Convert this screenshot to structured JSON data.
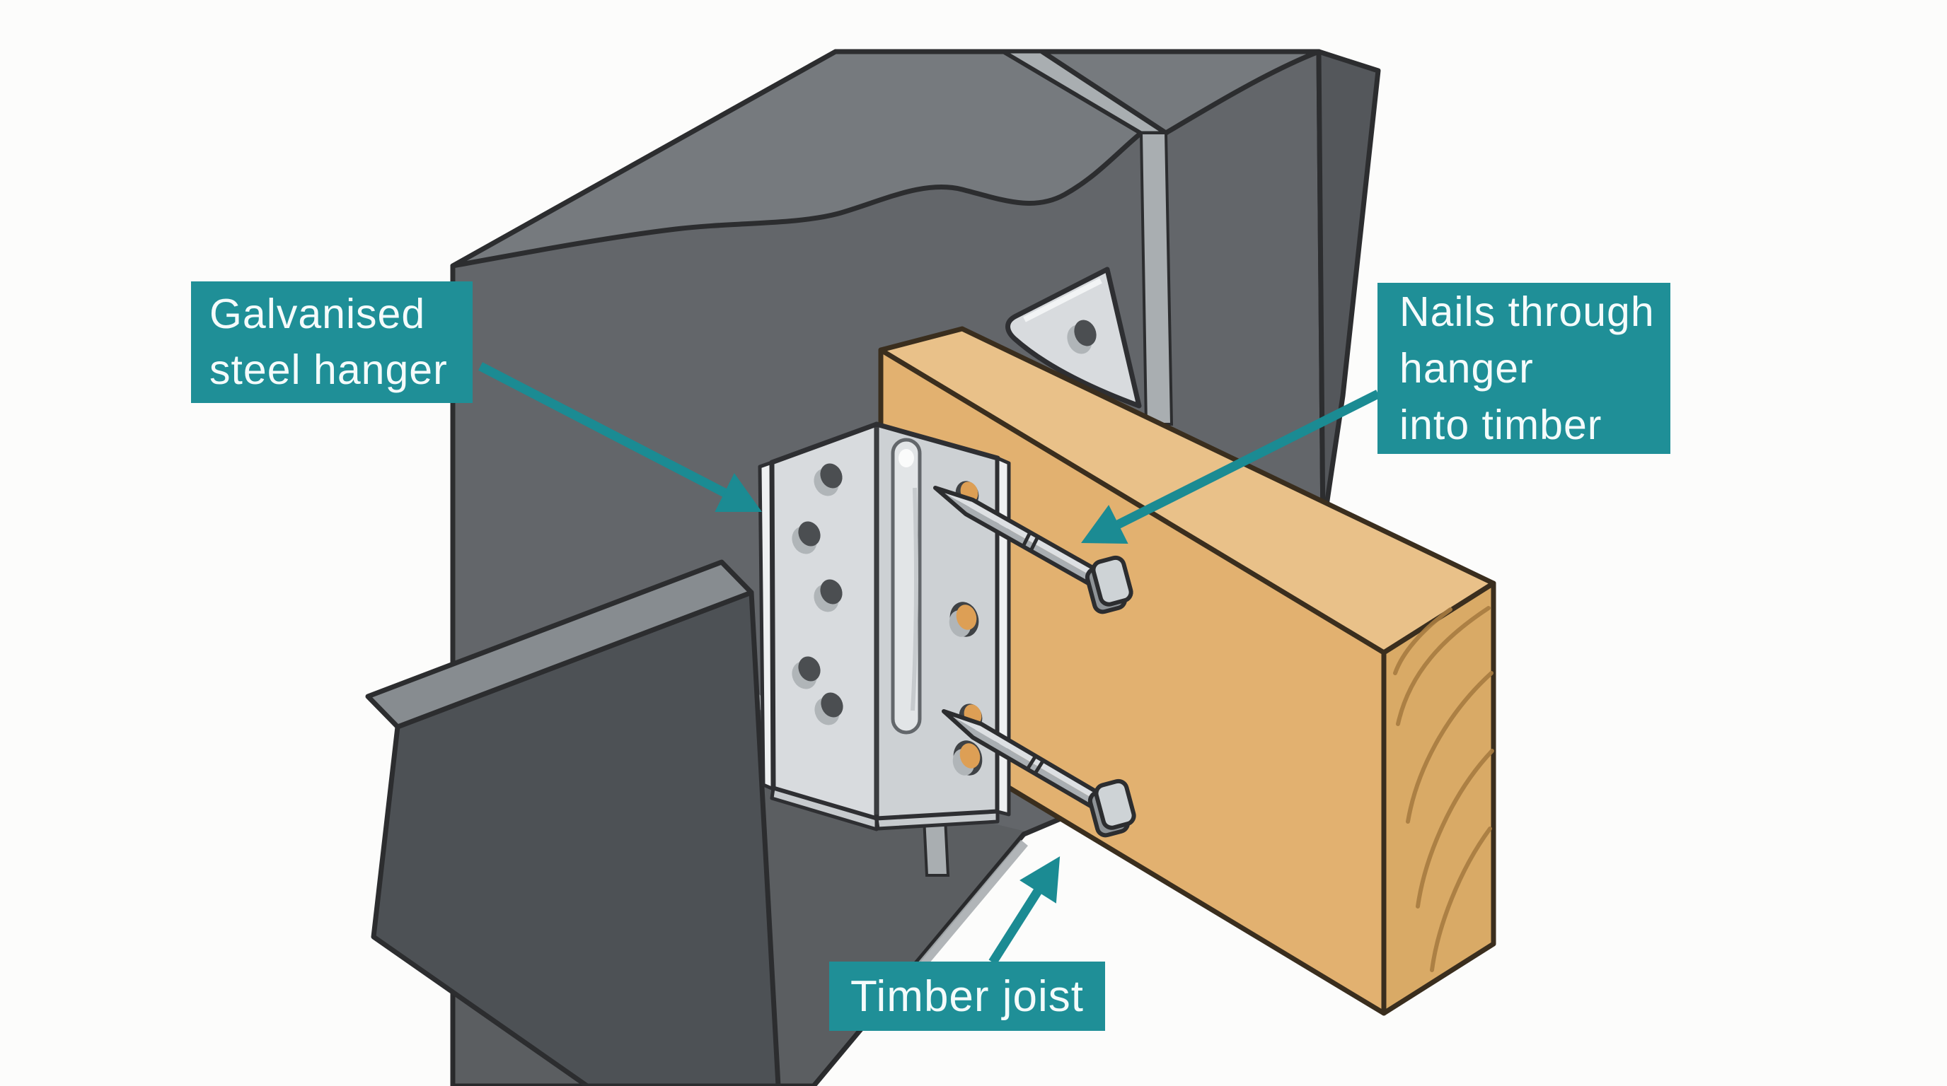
{
  "labels": {
    "hanger": {
      "line1": "Galvanised",
      "line2": "steel hanger"
    },
    "nails": {
      "line1": "Nails through",
      "line2": "hanger",
      "line3": "into timber"
    },
    "timber": {
      "text": "Timber joist"
    }
  },
  "palette": {
    "label_teal": "#1f8f97",
    "arrow_teal": "#1b8b93",
    "label_text": "#f4fbfb",
    "page_bg": "#fcfcfb",
    "wall_front": "#63666a",
    "wall_top": "#767a7e",
    "wall_side": "#54575b",
    "mortar": "#a9aeb1",
    "block_top": "#878c90",
    "block_front": "#4d5155",
    "steel_face": "#d8dbde",
    "steel_shadow": "#cdd1d4",
    "steel_edge": "#eef0f1",
    "hole_dark": "#4b4e51",
    "hole_orange": "#dd9f55",
    "timber_top": "#e9c189",
    "timber_front": "#e2b170",
    "timber_end": "#d9aa66",
    "timber_grain": "#a87c41",
    "nail_light": "#dde0e3",
    "nail_dark": "#a9aeb2",
    "outline": "#2c2d2f"
  }
}
